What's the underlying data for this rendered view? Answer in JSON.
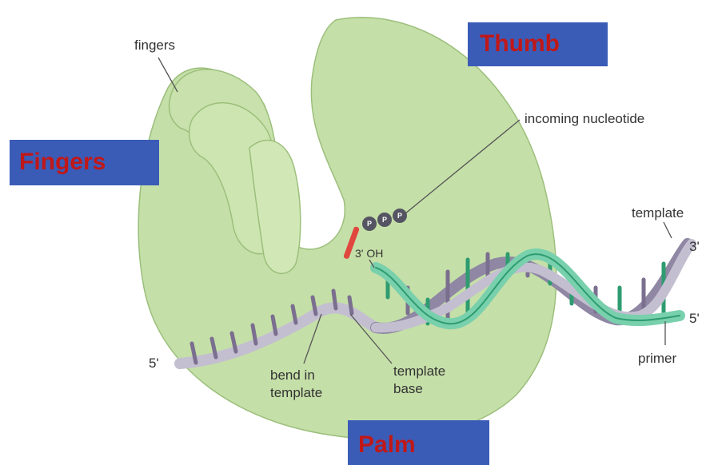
{
  "colors": {
    "protein": "#c5dfa8",
    "protein_edge": "#9cbf7c",
    "box_blue": "#3a5cb7",
    "box_text": "#c01818",
    "template_strand": "#c3bfd0",
    "template_rung": "#7b6f8f",
    "primer_strand": "#79d0ad",
    "primer_rung": "#2e9c70",
    "nucleotide_bar": "#e0473e",
    "phosphate": "#555462"
  },
  "boxes": {
    "thumb": "Thumb",
    "fingers": "Fingers",
    "palm": "Palm"
  },
  "labels": {
    "fingers": "fingers",
    "incoming": "incoming nucleotide",
    "template": "template",
    "three_prime": "3'",
    "five_prime_right": "5'",
    "primer": "primer",
    "five_prime_left": "5'",
    "bend_line1": "bend in",
    "bend_line2": "template",
    "tbase_line1": "template",
    "tbase_line2": "base",
    "three_oh": "3' OH",
    "phosphate": "P"
  }
}
